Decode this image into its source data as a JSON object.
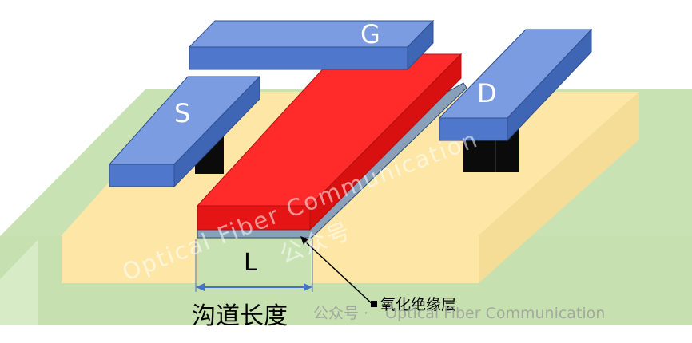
{
  "labels": {
    "gate": "G",
    "source": "S",
    "drain": "D",
    "channel_length_symbol": "L",
    "channel_length": "沟道长度",
    "oxide_layer": "氧化绝缘层"
  },
  "watermark": {
    "diagonal": "Optical Fiber Communication",
    "chinese_overlay": "公众号",
    "bottom_prefix": "公众号 · ",
    "bottom_text": "Optical Fiber Communication"
  },
  "colors": {
    "substrate_green": "#c9e2b4",
    "diffusion_yellow": "#fde6a6",
    "gate_red": "#ff2a2a",
    "metal_blue": "#4f78cc",
    "contact_black": "#0b0b0b",
    "arrow_blue": "#4472c4"
  }
}
